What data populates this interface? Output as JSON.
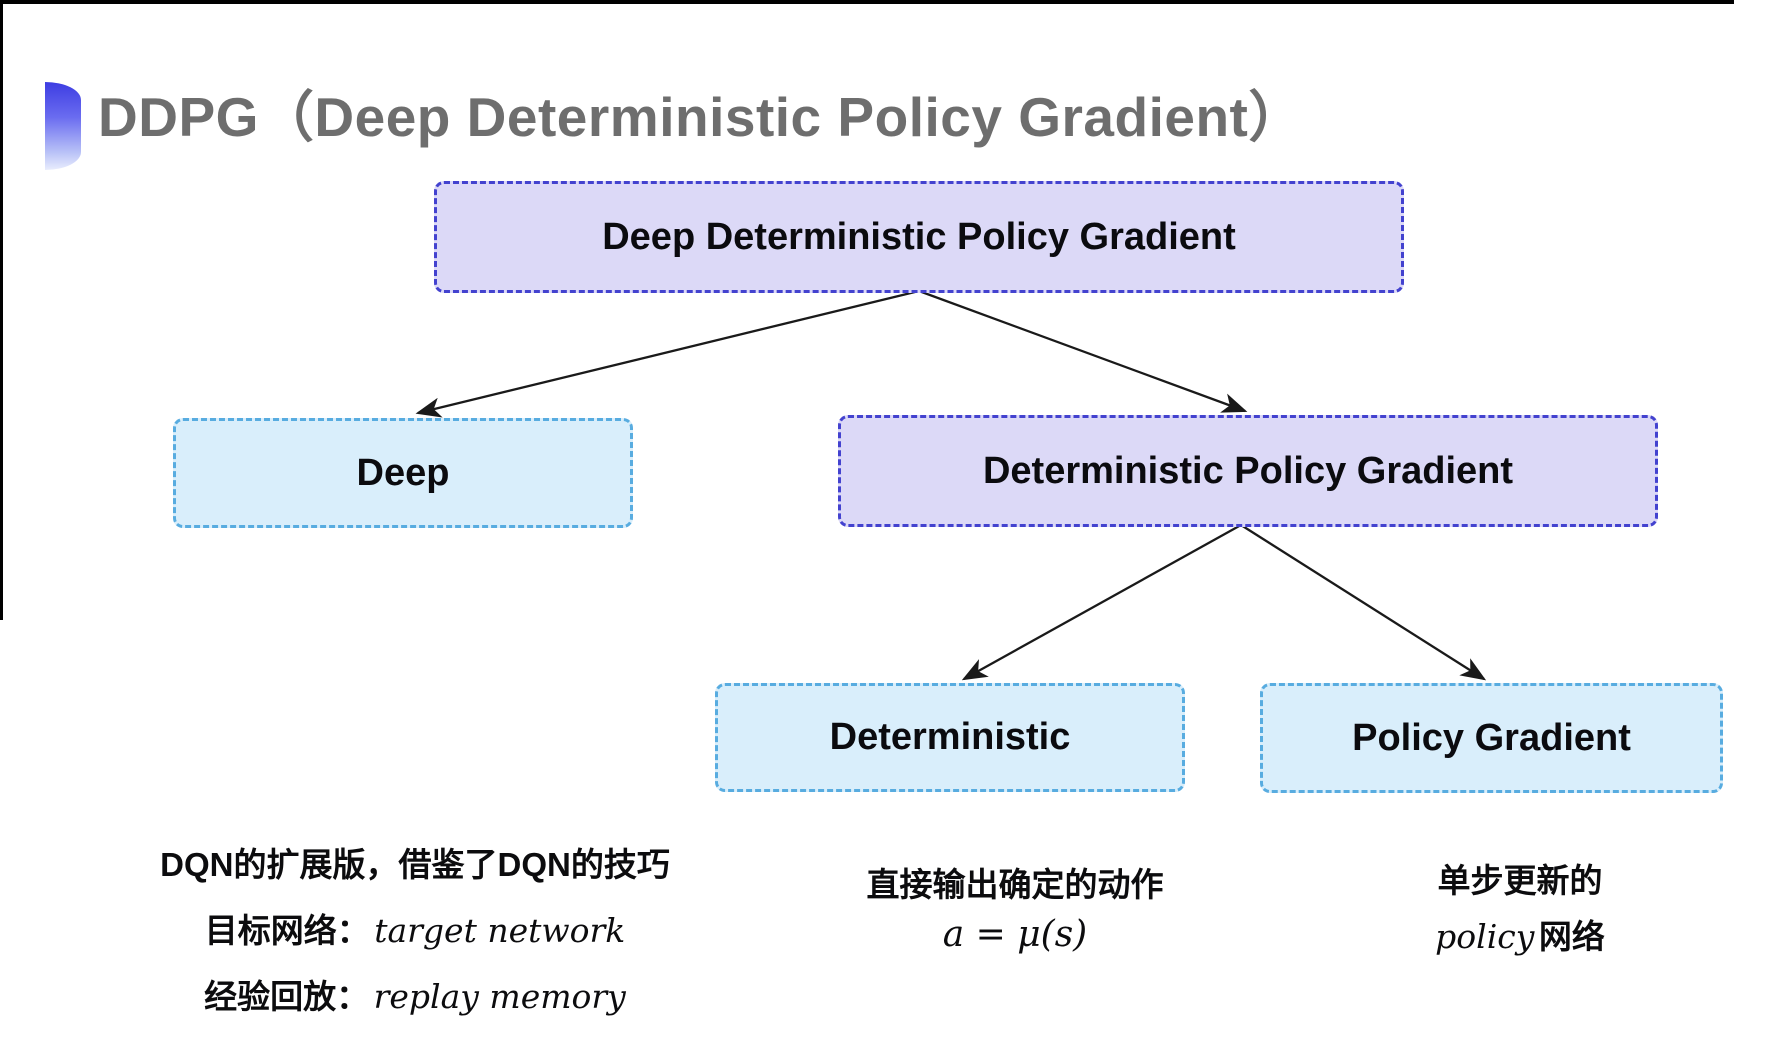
{
  "header": {
    "title": "DDPG（Deep Deterministic Policy Gradient）",
    "title_color": "#6e6e6e",
    "bullet_color": "#3d3de2"
  },
  "diagram": {
    "nodes": [
      {
        "id": "root",
        "label": "Deep Deterministic Policy Gradient",
        "variant": "purple"
      },
      {
        "id": "deep",
        "label": "Deep",
        "variant": "cyan"
      },
      {
        "id": "dpg",
        "label": "Deterministic Policy Gradient",
        "variant": "purple"
      },
      {
        "id": "det",
        "label": "Deterministic",
        "variant": "cyan"
      },
      {
        "id": "pg",
        "label": "Policy Gradient",
        "variant": "cyan"
      }
    ],
    "edges": [
      {
        "from": "root",
        "to": "deep"
      },
      {
        "from": "root",
        "to": "dpg"
      },
      {
        "from": "dpg",
        "to": "det"
      },
      {
        "from": "dpg",
        "to": "pg"
      }
    ],
    "colors": {
      "purple_fill": "#dcd9f7",
      "purple_border": "#4342cf",
      "cyan_fill": "#d9eefb",
      "cyan_border": "#58ace0",
      "arrow": "#1a1a1a"
    }
  },
  "notes": {
    "left": {
      "line1": "DQN的扩展版，借鉴了DQN的技巧",
      "line2_zh": "目标网络：",
      "line2_en": "target network",
      "line3_zh": "经验回放：",
      "line3_en": "replay memory"
    },
    "middle": {
      "line1": "直接输出确定的动作",
      "formula": "a = μ(s)"
    },
    "right": {
      "line1": "单步更新的",
      "line2_en": "policy",
      "line2_zh": " 网络"
    }
  }
}
